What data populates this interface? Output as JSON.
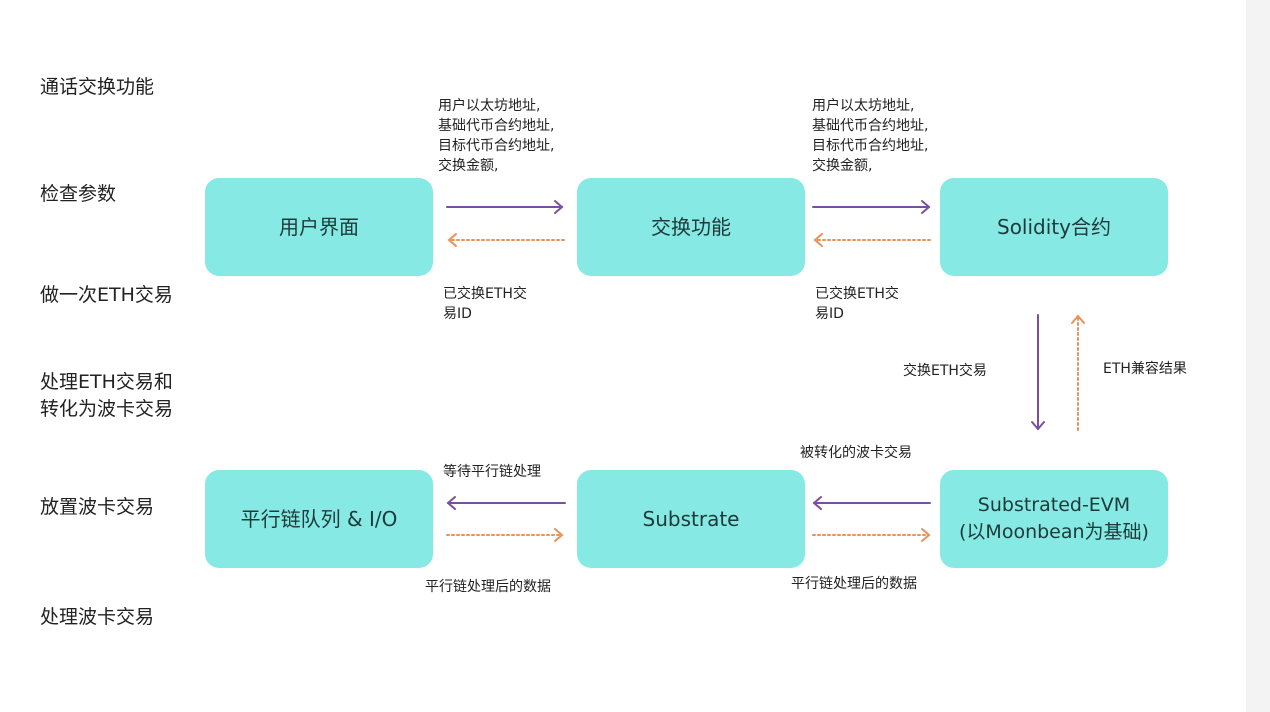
{
  "steps": [
    "通话交换功能",
    "检查参数",
    "做一次ETH交易",
    "处理ETH交易和\n转化为波卡交易",
    "放置波卡交易",
    "处理波卡交易"
  ],
  "boxes": {
    "ui": "用户界面",
    "swap": "交换功能",
    "solidity": "Solidity合约",
    "parachain": "平行链队列 & I/O",
    "substrate": "Substrate",
    "evm": "Substrated-EVM\n(以Moonbean为基础)"
  },
  "labels": {
    "params1": "用户以太坊地址,\n基础代币合约地址,\n目标代币合约地址,\n交换金额,",
    "params2": "用户以太坊地址,\n基础代币合约地址,\n目标代币合约地址,\n交换金额,",
    "txid1": "已交换ETH交\n易ID",
    "txid2": "已交换ETH交\n易ID",
    "swap_eth": "交换ETH交易",
    "eth_result": "ETH兼容结果",
    "converted": "被转化的波卡交易",
    "waiting": "等待平行链处理",
    "processed1": "平行链处理后的数据",
    "processed2": "平行链处理后的数据"
  },
  "colors": {
    "box": "#86e9e4",
    "request": "#7b4fa0",
    "response": "#e8915a"
  }
}
